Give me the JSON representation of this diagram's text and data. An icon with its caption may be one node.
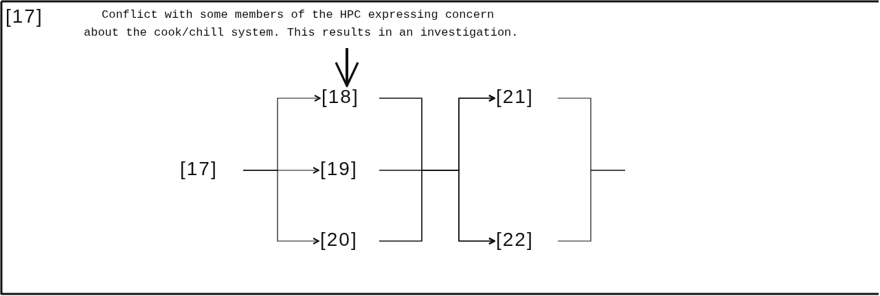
{
  "diagram": {
    "nodes": [
      {
        "text": [
          "[17]",
          "Conflict with some members of the HPC expressing concern about the cook/chill system. This results in an investigation."
        ]
      },
      {
        "text": [
          "[17]"
        ]
      },
      {
        "text": [
          "[18]"
        ]
      },
      {
        "text": [
          "[19]"
        ]
      },
      {
        "text": [
          "[20]"
        ]
      },
      {
        "text": [
          "[21]"
        ]
      },
      {
        "text": [
          "[22]"
        ]
      }
    ],
    "edges": [
      {
        "from": 0,
        "to": 2,
        "arrow": "to",
        "style": "thick"
      },
      {
        "from": 1,
        "to": 2,
        "arrow": "to"
      },
      {
        "from": 1,
        "to": 3,
        "arrow": "to"
      },
      {
        "from": 1,
        "to": 4,
        "arrow": "to"
      },
      {
        "from": 2,
        "to": 5,
        "arrow": "to"
      },
      {
        "from": 2,
        "to": 6,
        "arrow": "to"
      },
      {
        "from": 3,
        "to": 5,
        "arrow": "to"
      },
      {
        "from": 3,
        "to": 6,
        "arrow": "to"
      },
      {
        "from": 4,
        "to": 5,
        "arrow": "to"
      },
      {
        "from": 4,
        "to": 6,
        "arrow": "to"
      },
      {
        "from": 5,
        "to": null,
        "arrow": "none"
      },
      {
        "from": 6,
        "to": null,
        "arrow": "none"
      }
    ]
  }
}
